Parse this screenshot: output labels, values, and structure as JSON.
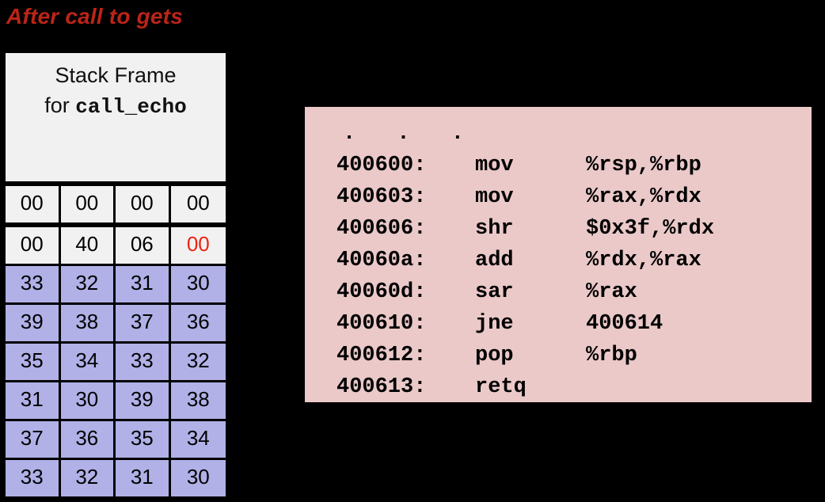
{
  "title": "After call to gets",
  "stack": {
    "frame_label_line1": "Stack Frame",
    "frame_label_line2_prefix": "for ",
    "frame_label_line2_mono": "call_echo",
    "rows": [
      {
        "type": "return_addr_high",
        "cells": [
          {
            "value": "00",
            "highlight": false
          },
          {
            "value": "00",
            "highlight": false
          },
          {
            "value": "00",
            "highlight": false
          },
          {
            "value": "00",
            "highlight": false
          }
        ]
      },
      {
        "type": "return_addr_low",
        "cells": [
          {
            "value": "00",
            "highlight": false
          },
          {
            "value": "40",
            "highlight": false
          },
          {
            "value": "06",
            "highlight": false
          },
          {
            "value": "00",
            "highlight": true
          }
        ]
      },
      {
        "type": "buffer",
        "cells": [
          {
            "value": "33",
            "highlight": false
          },
          {
            "value": "32",
            "highlight": false
          },
          {
            "value": "31",
            "highlight": false
          },
          {
            "value": "30",
            "highlight": false
          }
        ]
      },
      {
        "type": "buffer",
        "cells": [
          {
            "value": "39",
            "highlight": false
          },
          {
            "value": "38",
            "highlight": false
          },
          {
            "value": "37",
            "highlight": false
          },
          {
            "value": "36",
            "highlight": false
          }
        ]
      },
      {
        "type": "buffer",
        "cells": [
          {
            "value": "35",
            "highlight": false
          },
          {
            "value": "34",
            "highlight": false
          },
          {
            "value": "33",
            "highlight": false
          },
          {
            "value": "32",
            "highlight": false
          }
        ]
      },
      {
        "type": "buffer",
        "cells": [
          {
            "value": "31",
            "highlight": false
          },
          {
            "value": "30",
            "highlight": false
          },
          {
            "value": "39",
            "highlight": false
          },
          {
            "value": "38",
            "highlight": false
          }
        ]
      },
      {
        "type": "buffer",
        "cells": [
          {
            "value": "37",
            "highlight": false
          },
          {
            "value": "36",
            "highlight": false
          },
          {
            "value": "35",
            "highlight": false
          },
          {
            "value": "34",
            "highlight": false
          }
        ]
      },
      {
        "type": "buffer",
        "cells": [
          {
            "value": "33",
            "highlight": false
          },
          {
            "value": "32",
            "highlight": false
          },
          {
            "value": "31",
            "highlight": false
          },
          {
            "value": "30",
            "highlight": false
          }
        ]
      }
    ]
  },
  "code": {
    "ellipsis": ". . .",
    "lines": [
      {
        "addr": "400600:",
        "op": "mov",
        "args": "%rsp,%rbp"
      },
      {
        "addr": "400603:",
        "op": "mov",
        "args": "%rax,%rdx"
      },
      {
        "addr": "400606:",
        "op": "shr",
        "args": "$0x3f,%rdx"
      },
      {
        "addr": "40060a:",
        "op": "add",
        "args": "%rdx,%rax"
      },
      {
        "addr": "40060d:",
        "op": "sar",
        "args": "%rax"
      },
      {
        "addr": "400610:",
        "op": "jne",
        "args": "400614"
      },
      {
        "addr": "400612:",
        "op": "pop",
        "args": "%rbp"
      },
      {
        "addr": "400613:",
        "op": "retq",
        "args": ""
      }
    ]
  },
  "colors": {
    "background": "#000000",
    "title": "#bb2418",
    "frame_fill": "#f1f1f1",
    "buffer_fill": "#b1b1e8",
    "highlight_byte": "#ee2211",
    "code_panel": "#ebc9c9"
  }
}
